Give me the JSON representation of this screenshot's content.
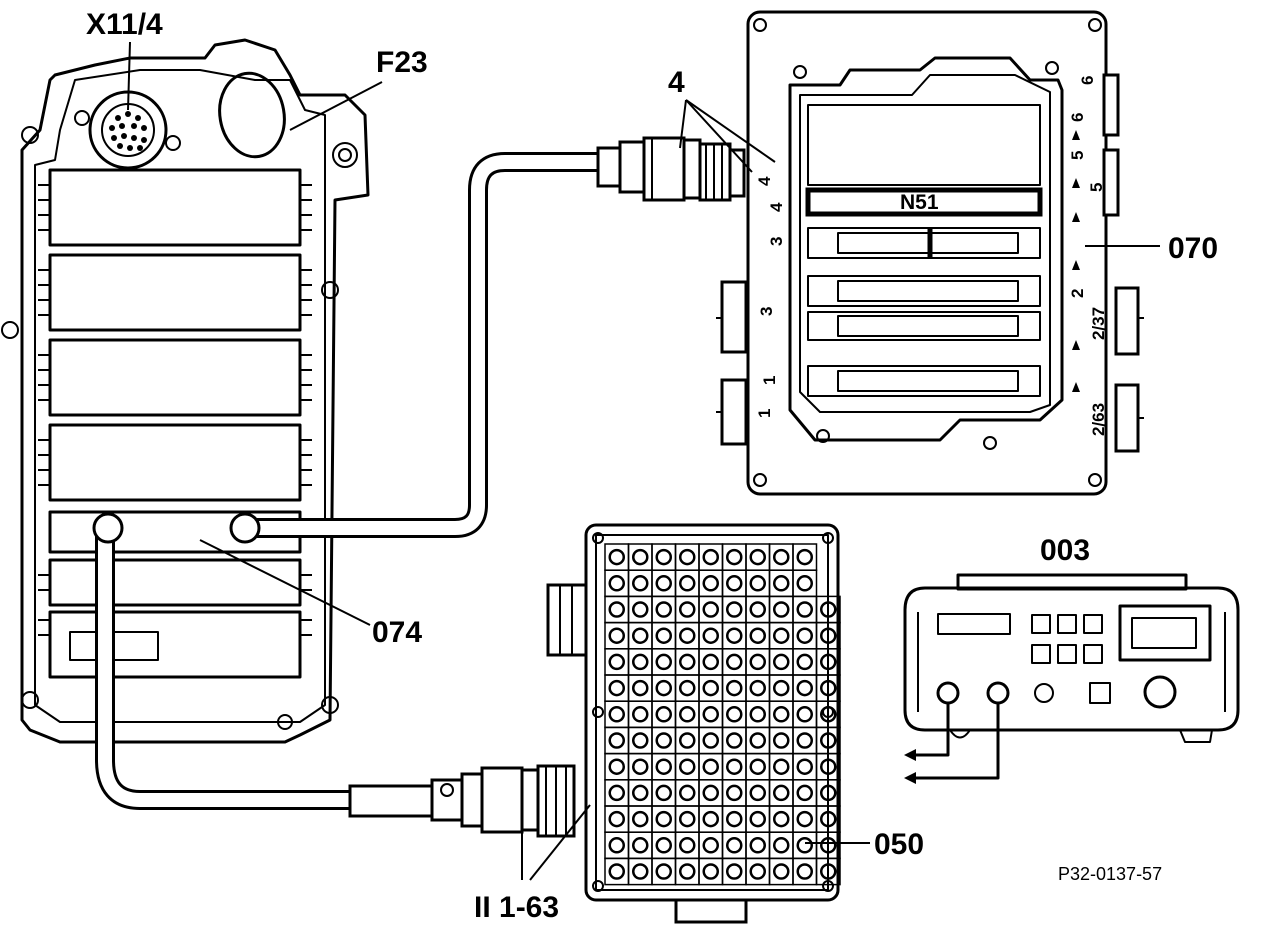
{
  "labels": {
    "connector_x11_4": "X11/4",
    "fuse_box_f23": "F23",
    "plug_4": "4",
    "control_unit_n51": "N51",
    "adapter_070": "070",
    "cable_074": "074",
    "multimeter_003": "003",
    "socket_box_050": "050",
    "cable_ii_1_63": "II 1-63",
    "figure_ref": "P32-0137-57"
  },
  "adapter_070_markings": {
    "left_side": [
      "4",
      "4",
      "3",
      "3",
      "1",
      "1"
    ],
    "right_side": [
      "6",
      "6",
      "5",
      "5",
      "2",
      "2/37",
      "2/63"
    ]
  }
}
